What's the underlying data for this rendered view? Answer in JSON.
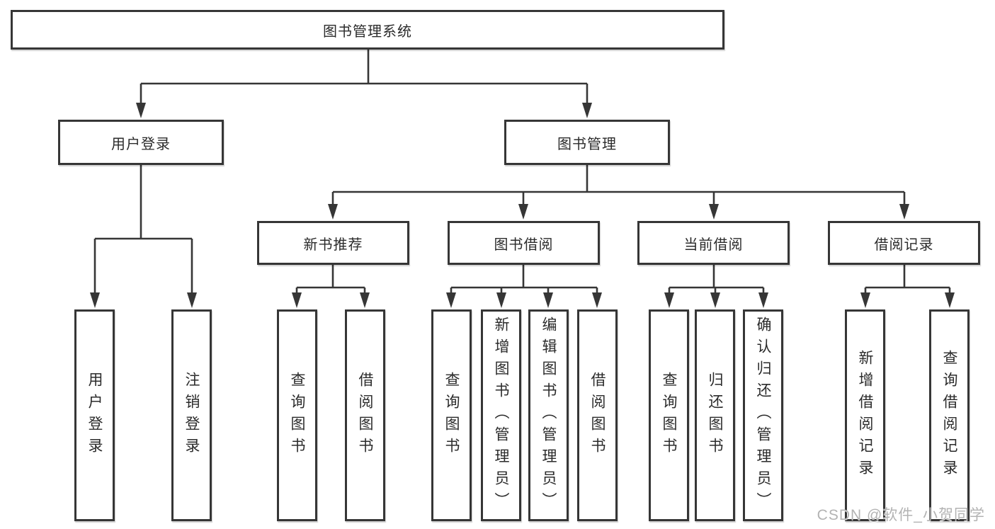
{
  "diagram": {
    "title": "图书管理系统",
    "root": {
      "label": "图书管理系统"
    },
    "level2": [
      {
        "label": "用户登录"
      },
      {
        "label": "图书管理"
      }
    ],
    "level3": [
      {
        "label": "新书推荐",
        "parent": "图书管理"
      },
      {
        "label": "图书借阅",
        "parent": "图书管理"
      },
      {
        "label": "当前借阅",
        "parent": "图书管理"
      },
      {
        "label": "借阅记录",
        "parent": "图书管理"
      }
    ],
    "leaves": [
      {
        "label": "用户登录",
        "parent": "用户登录"
      },
      {
        "label": "注销登录",
        "parent": "用户登录"
      },
      {
        "label": "查询图书",
        "parent": "新书推荐"
      },
      {
        "label": "借阅图书",
        "parent": "新书推荐"
      },
      {
        "label": "查询图书",
        "parent": "图书借阅"
      },
      {
        "label": "新增图书（管理员）",
        "parent": "图书借阅"
      },
      {
        "label": "编辑图书（管理员）",
        "parent": "图书借阅"
      },
      {
        "label": "借阅图书",
        "parent": "图书借阅"
      },
      {
        "label": "查询图书",
        "parent": "当前借阅"
      },
      {
        "label": "归还图书",
        "parent": "当前借阅"
      },
      {
        "label": "确认归还（管理员）",
        "parent": "当前借阅"
      },
      {
        "label": "新增借阅记录",
        "parent": "借阅记录"
      },
      {
        "label": "查询借阅记录",
        "parent": "借阅记录"
      }
    ]
  },
  "watermark": {
    "text": "CSDN @软件_小贺同学"
  },
  "colors": {
    "line": "#363636",
    "text": "#2b2b2b",
    "background": "#ffffff",
    "watermark": "#b3b3b3"
  }
}
